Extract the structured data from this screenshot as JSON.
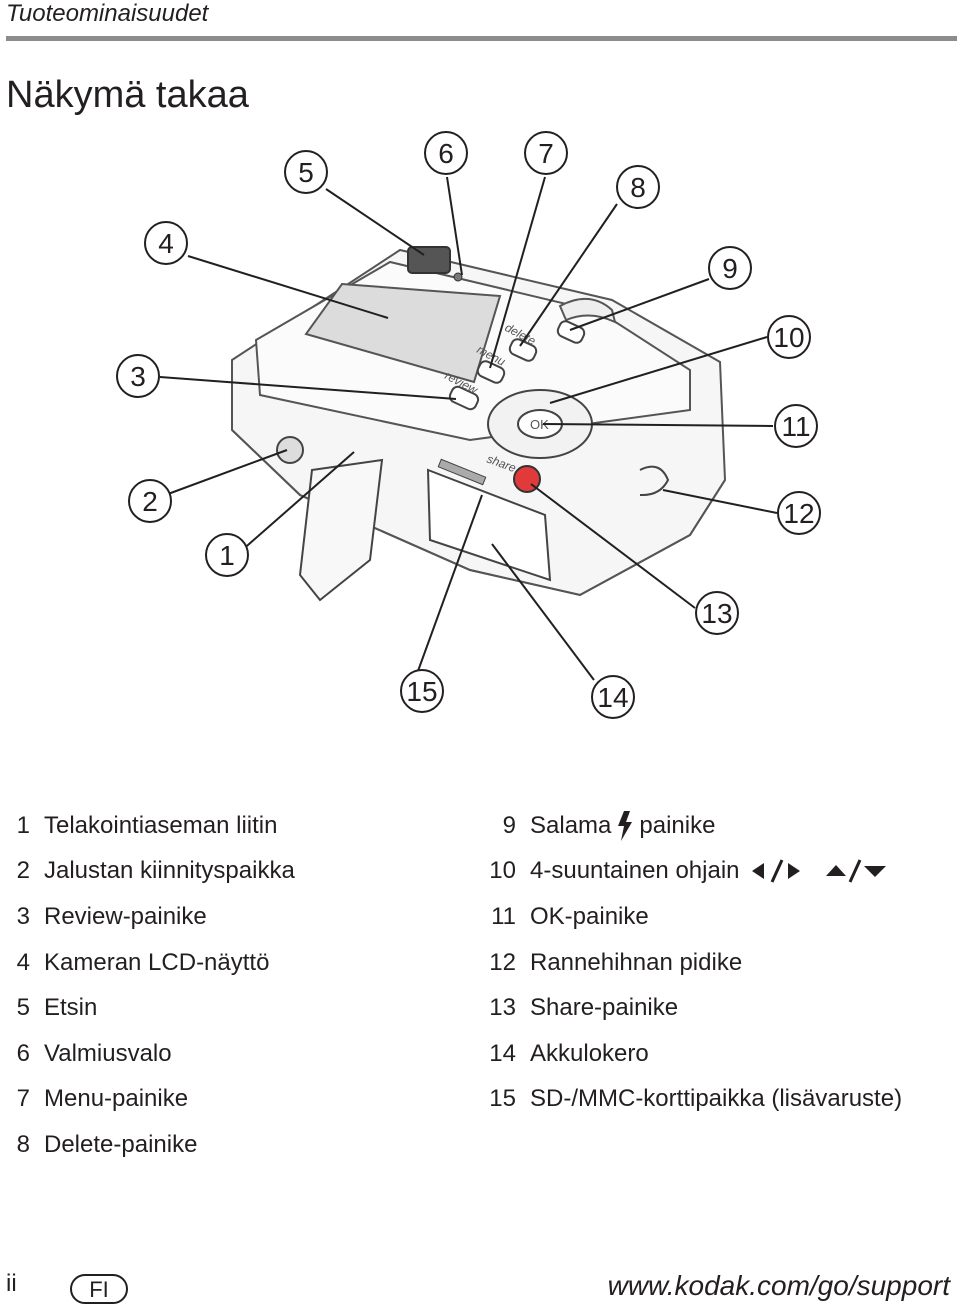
{
  "header": {
    "running_title": "Tuoteominaisuudet",
    "page_title": "Näkymä takaa"
  },
  "figure": {
    "callout_numbers": [
      "1",
      "2",
      "3",
      "4",
      "5",
      "6",
      "7",
      "8",
      "9",
      "10",
      "11",
      "12",
      "13",
      "14",
      "15"
    ],
    "button_labels": {
      "review": "review",
      "menu": "menu",
      "delete": "delete",
      "ok": "OK",
      "share": "share"
    }
  },
  "legend": {
    "left": [
      {
        "num": "1",
        "text": "Telakointiaseman liitin"
      },
      {
        "num": "2",
        "text": "Jalustan kiinnityspaikka"
      },
      {
        "num": "3",
        "text": "Review-painike"
      },
      {
        "num": "4",
        "text": "Kameran LCD-näyttö"
      },
      {
        "num": "5",
        "text": "Etsin"
      },
      {
        "num": "6",
        "text": "Valmiusvalo"
      },
      {
        "num": "7",
        "text": "Menu-painike"
      },
      {
        "num": "8",
        "text": "Delete-painike"
      }
    ],
    "right": [
      {
        "num": "9",
        "text": "Salama",
        "text_after": "painike",
        "icon": "flash-icon"
      },
      {
        "num": "10",
        "text": "4-suuntainen ohjain",
        "icon": "four-way-arrows-icon"
      },
      {
        "num": "11",
        "text": "OK-painike"
      },
      {
        "num": "12",
        "text": "Rannehihnan pidike"
      },
      {
        "num": "13",
        "text": "Share-painike"
      },
      {
        "num": "14",
        "text": "Akkulokero"
      },
      {
        "num": "15",
        "text": "SD-/MMC-korttipaikka (lisävaruste)"
      }
    ]
  },
  "footer": {
    "page_number": "ii",
    "language_badge": "FI",
    "url": "www.kodak.com/go/support"
  },
  "colors": {
    "text": "#231f20",
    "rule": "#8c8c8c",
    "share_button": "#e03a3a"
  }
}
